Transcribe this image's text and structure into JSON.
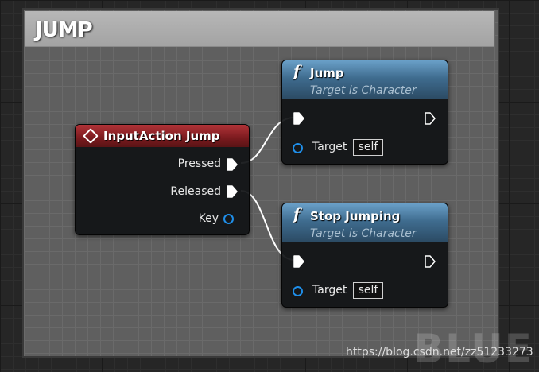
{
  "comment": {
    "title": "JUMP"
  },
  "event_node": {
    "title": "InputAction Jump",
    "pins": {
      "pressed": "Pressed",
      "released": "Released",
      "key": "Key"
    },
    "icon": "diamond-event-icon",
    "color": "#9b2a2f"
  },
  "function_nodes": [
    {
      "title": "Jump",
      "subtitle": "Target is Character",
      "target_label": "Target",
      "target_value": "self",
      "icon": "f"
    },
    {
      "title": "Stop Jumping",
      "subtitle": "Target is Character",
      "target_label": "Target",
      "target_value": "self",
      "icon": "f"
    }
  ],
  "colors": {
    "function_header": "#3f6c8f",
    "object_pin": "#1f8ee8",
    "wire": "#ffffff"
  },
  "watermark": {
    "url": "https://blog.csdn.net/zz51233273",
    "logo": "BLUE"
  }
}
